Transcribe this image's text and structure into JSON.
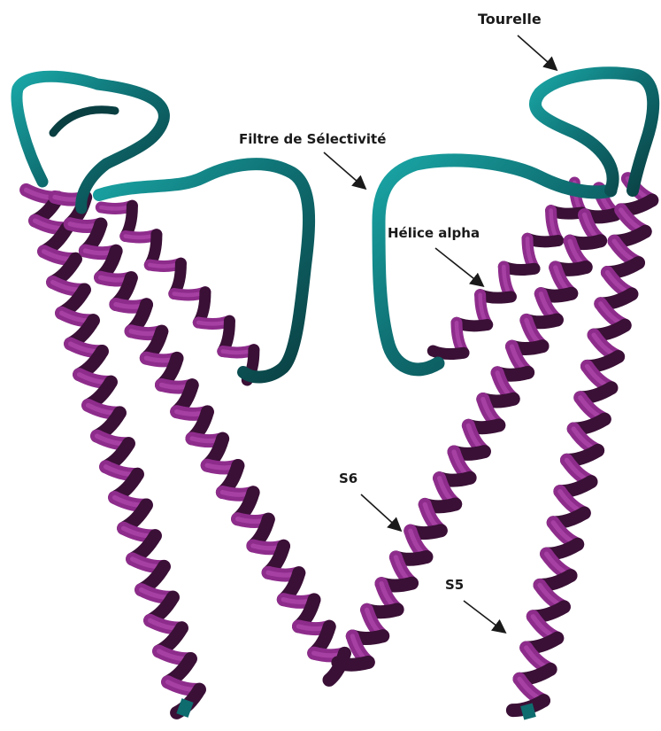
{
  "labels": {
    "tourelle": "Tourelle",
    "filtre": "Filtre de Sélectivité",
    "helice": "Hélice alpha",
    "s6": "S6",
    "s5": "S5"
  },
  "colors": {
    "helix": "#8e2c8c",
    "helix_dark": "#3a1036",
    "helix_light": "#b64fb2",
    "loop": "#0e6b6e",
    "loop_dark": "#0a3f42",
    "loop_light": "#1aa6a6",
    "label": "#1a1a1a",
    "arrow": "#1a1a1a"
  }
}
